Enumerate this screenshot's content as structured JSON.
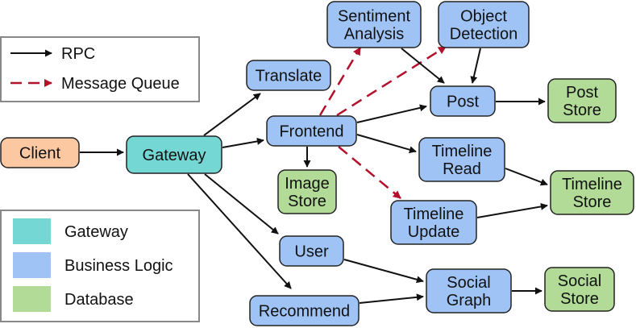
{
  "colors": {
    "client": "#fbc8a2",
    "gateway": "#74d7d4",
    "logic": "#9fc3f5",
    "database": "#b2db98",
    "rpc": "#111111",
    "queue": "#b3102a",
    "border": "#222222"
  },
  "legend_edges": {
    "rpc": "RPC",
    "queue": "Message Queue"
  },
  "legend_types": {
    "gateway": "Gateway",
    "logic": "Business Logic",
    "database": "Database"
  },
  "nodes": [
    {
      "id": "client",
      "type": "client",
      "lines": [
        "Client"
      ]
    },
    {
      "id": "gateway",
      "type": "gateway",
      "lines": [
        "Gateway"
      ]
    },
    {
      "id": "translate",
      "type": "logic",
      "lines": [
        "Translate"
      ]
    },
    {
      "id": "frontend",
      "type": "logic",
      "lines": [
        "Frontend"
      ]
    },
    {
      "id": "image-store",
      "type": "database",
      "lines": [
        "Image",
        "Store"
      ]
    },
    {
      "id": "user",
      "type": "logic",
      "lines": [
        "User"
      ]
    },
    {
      "id": "recommend",
      "type": "logic",
      "lines": [
        "Recommend"
      ]
    },
    {
      "id": "sentiment-analysis",
      "type": "logic",
      "lines": [
        "Sentiment",
        "Analysis"
      ]
    },
    {
      "id": "object-detection",
      "type": "logic",
      "lines": [
        "Object",
        "Detection"
      ]
    },
    {
      "id": "post",
      "type": "logic",
      "lines": [
        "Post"
      ]
    },
    {
      "id": "post-store",
      "type": "database",
      "lines": [
        "Post",
        "Store"
      ]
    },
    {
      "id": "timeline-read",
      "type": "logic",
      "lines": [
        "Timeline",
        "Read"
      ]
    },
    {
      "id": "timeline-update",
      "type": "logic",
      "lines": [
        "Timeline",
        "Update"
      ]
    },
    {
      "id": "timeline-store",
      "type": "database",
      "lines": [
        "Timeline",
        "Store"
      ]
    },
    {
      "id": "social-graph",
      "type": "logic",
      "lines": [
        "Social",
        "Graph"
      ]
    },
    {
      "id": "social-store",
      "type": "database",
      "lines": [
        "Social",
        "Store"
      ]
    }
  ],
  "edges": [
    {
      "from": "client",
      "to": "gateway",
      "kind": "rpc"
    },
    {
      "from": "gateway",
      "to": "translate",
      "kind": "rpc"
    },
    {
      "from": "gateway",
      "to": "frontend",
      "kind": "rpc"
    },
    {
      "from": "gateway",
      "to": "user",
      "kind": "rpc"
    },
    {
      "from": "gateway",
      "to": "recommend",
      "kind": "rpc"
    },
    {
      "from": "frontend",
      "to": "image-store",
      "kind": "rpc"
    },
    {
      "from": "frontend",
      "to": "post",
      "kind": "rpc"
    },
    {
      "from": "frontend",
      "to": "timeline-read",
      "kind": "rpc"
    },
    {
      "from": "frontend",
      "to": "sentiment-analysis",
      "kind": "queue"
    },
    {
      "from": "frontend",
      "to": "object-detection",
      "kind": "queue"
    },
    {
      "from": "frontend",
      "to": "timeline-update",
      "kind": "queue"
    },
    {
      "from": "sentiment-analysis",
      "to": "post",
      "kind": "rpc"
    },
    {
      "from": "object-detection",
      "to": "post",
      "kind": "rpc"
    },
    {
      "from": "post",
      "to": "post-store",
      "kind": "rpc"
    },
    {
      "from": "timeline-read",
      "to": "timeline-store",
      "kind": "rpc"
    },
    {
      "from": "timeline-update",
      "to": "timeline-store",
      "kind": "rpc"
    },
    {
      "from": "user",
      "to": "social-graph",
      "kind": "rpc"
    },
    {
      "from": "recommend",
      "to": "social-graph",
      "kind": "rpc"
    },
    {
      "from": "social-graph",
      "to": "social-store",
      "kind": "rpc"
    }
  ]
}
